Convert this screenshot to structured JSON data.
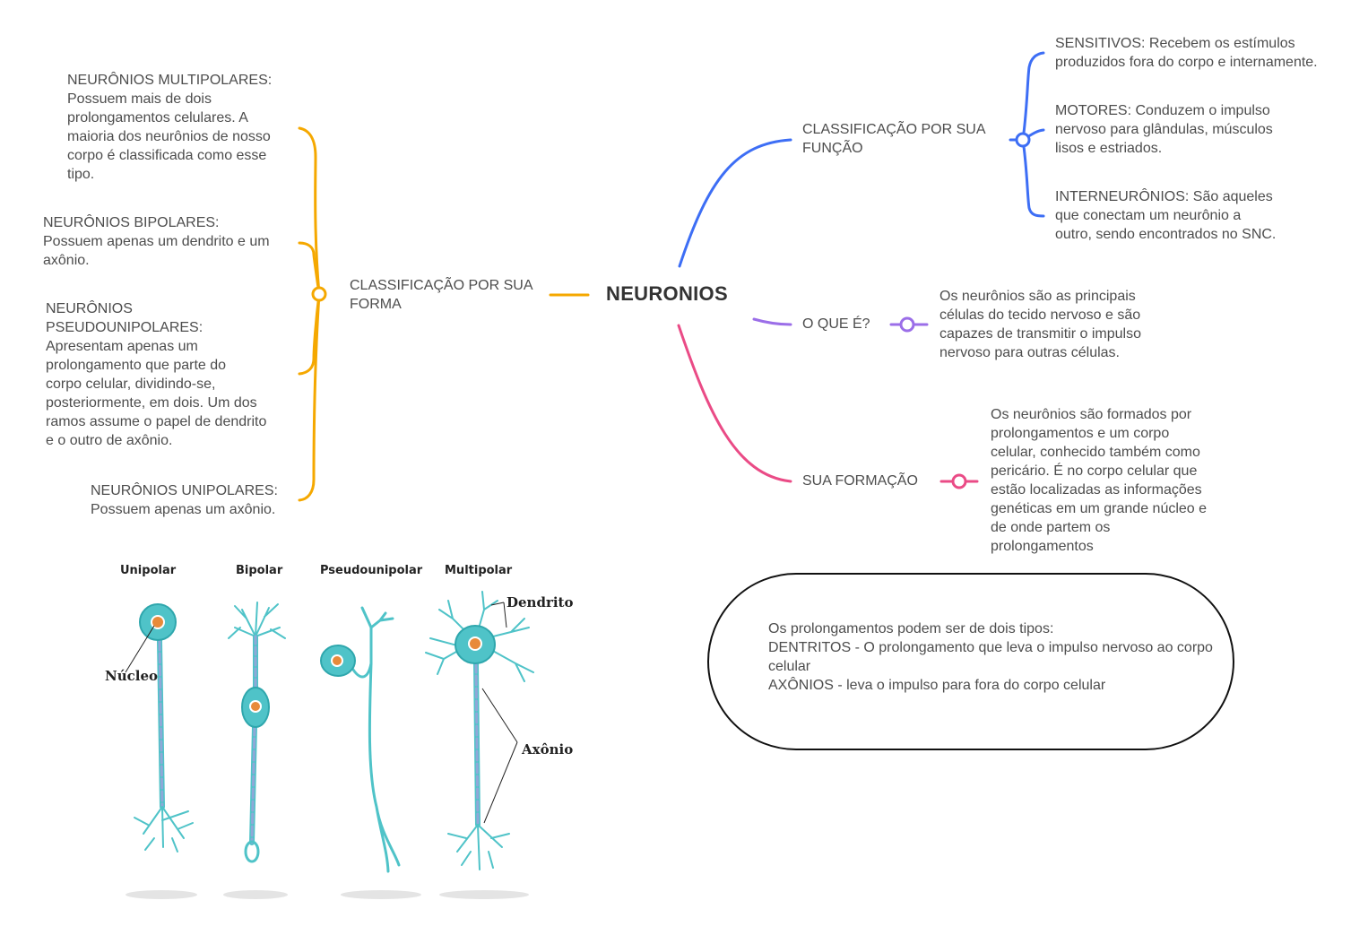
{
  "center": {
    "title": "NEURONIOS"
  },
  "colors": {
    "forma": "#f5a800",
    "funcao": "#3d6ef5",
    "oque": "#9b6ee8",
    "formacao": "#ea4b86"
  },
  "left_branch": {
    "title": "CLASSIFICAÇÃO POR SUA\nFORMA",
    "items": [
      "NEURÔNIOS MULTIPOLARES:\nPossuem mais de dois\nprolongamentos celulares. A\nmaioria dos neurônios de nosso\ncorpo é classificada como esse\ntipo.",
      "NEURÔNIOS BIPOLARES:\nPossuem apenas um dendrito e um\naxônio.",
      "NEURÔNIOS\nPSEUDOUNIPOLARES:\nApresentam apenas um\nprolongamento que parte do\ncorpo celular, dividindo-se,\nposteriormente, em dois. Um dos\nramos assume o papel de dendrito\ne o outro de axônio.",
      "NEURÔNIOS UNIPOLARES:\nPossuem apenas um axônio."
    ]
  },
  "function_branch": {
    "title": "CLASSIFICAÇÃO POR SUA\nFUNÇÃO",
    "items": [
      "SENSITIVOS: Recebem os estímulos\nproduzidos fora do corpo e internamente.",
      "MOTORES: Conduzem o impulso\nnervoso para glândulas, músculos\nlisos e estriados.",
      "INTERNEURÔNIOS: São aqueles\nque conectam um neurônio a\noutro, sendo encontrados no SNC."
    ]
  },
  "what_branch": {
    "title": "O QUE É?",
    "text": "Os neurônios são as principais\ncélulas do tecido nervoso e são\ncapazes de transmitir o impulso\nnervoso para outras células."
  },
  "formation_branch": {
    "title": "SUA FORMAÇÃO",
    "text": "Os neurônios são formados por\nprolongamentos e um corpo\ncelular, conhecido também como\npericário. É no corpo celular que\nestão localizadas as informações\ngenéticas em um grande núcleo e\nde onde partem os\nprolongamentos"
  },
  "bubble": {
    "text": "Os prolongamentos podem ser de dois tipos:\nDENTRITOS - O prolongamento que leva o impulso nervoso ao corpo celular\nAXÔNIOS -  leva o impulso para fora do corpo celular"
  },
  "neuron_figure": {
    "labels": [
      "Unipolar",
      "Bipolar",
      "Pseudounipolar",
      "Multipolar"
    ],
    "annotations": {
      "nucleus": "Núcleo",
      "dendrite": "Dendrito",
      "axon": "Axônio"
    },
    "cell_color": "#4fc3c8",
    "nucleus_color": "#e88a3a"
  }
}
